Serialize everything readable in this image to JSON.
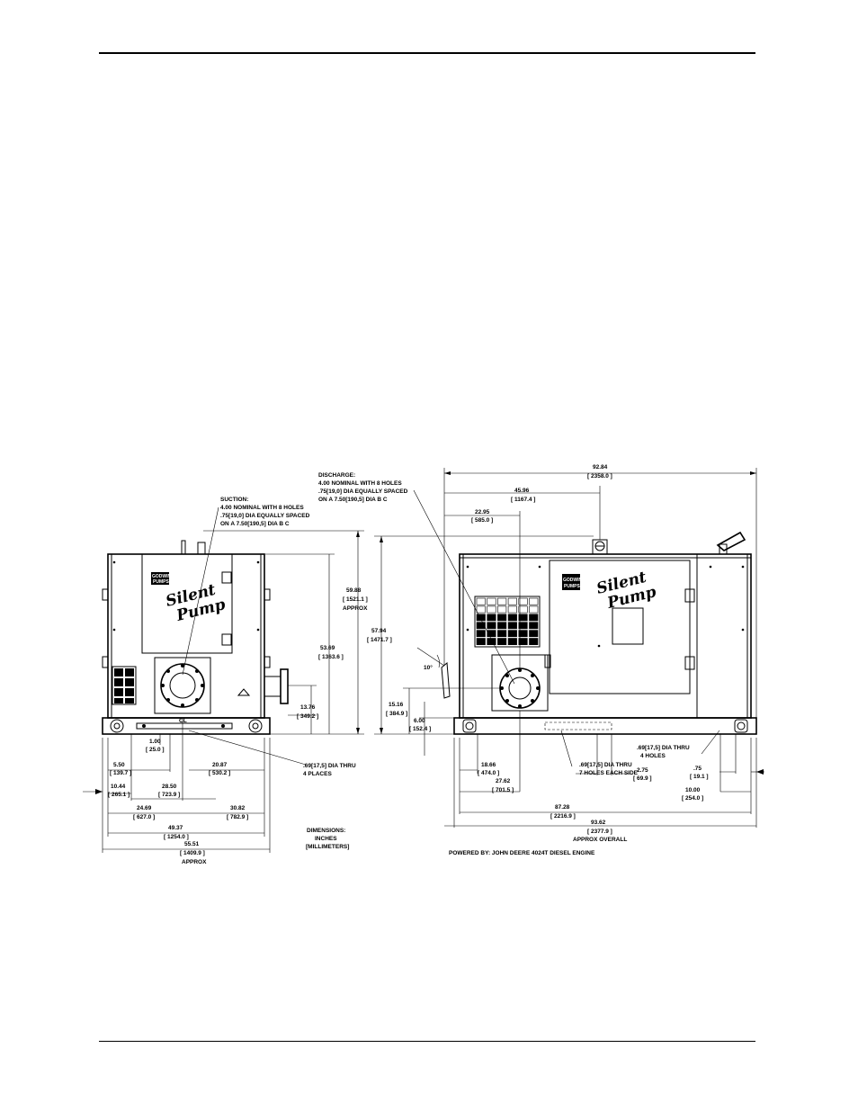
{
  "view_left": {
    "suction": [
      "SUCTION:",
      "4.00 NOMINAL WITH 8 HOLES",
      ".75[19,0] DIA EQUALLY SPACED",
      "ON A 7.50[190,5] DIA B C"
    ],
    "dim_59_88": [
      "59.88",
      "[ 1521.1 ]",
      "APPROX"
    ],
    "dim_53_69": [
      "53.69",
      "[ 1363.6 ]"
    ],
    "dim_13_76": [
      "13.76",
      "[ 349.2 ]"
    ],
    "dim_1_00": [
      "1.00",
      "[ 25.0 ]"
    ],
    "dim_5_50": [
      "5.50",
      "[ 139.7 ]"
    ],
    "dim_20_87": [
      "20.87",
      "[ 530.2 ]"
    ],
    "dim_10_44": [
      "10.44",
      "[ 265.1 ]"
    ],
    "dim_28_50": [
      "28.50",
      "[ 723.9 ]"
    ],
    "dim_24_69": [
      "24.69",
      "[ 627.0 ]"
    ],
    "dim_30_82": [
      "30.82",
      "[ 782.9 ]"
    ],
    "dim_49_37": [
      "49.37",
      "[ 1254.0 ]"
    ],
    "dim_55_51": [
      "55.51",
      "[ 1409.9 ]",
      "APPROX"
    ],
    "hole_note": [
      ".69[17,5] DIA THRU",
      "4 PLACES"
    ],
    "dimensions": [
      "DIMENSIONS:",
      "INCHES",
      "[MILLIMETERS]"
    ],
    "cl": "CL"
  },
  "view_right": {
    "discharge": [
      "DISCHARGE:",
      "4.00 NOMINAL WITH 8 HOLES",
      ".75[19,0] DIA EQUALLY SPACED",
      "ON A 7.50[190,5] DIA B C"
    ],
    "dim_92_84": [
      "92.84",
      "[ 2358.0 ]"
    ],
    "dim_45_96": [
      "45.96",
      "[ 1167.4 ]"
    ],
    "dim_22_95": [
      "22.95",
      "[ 585.0 ]"
    ],
    "dim_57_94": [
      "57.94",
      "[ 1471.7 ]"
    ],
    "angle": "10°",
    "dim_15_16": [
      "15.16",
      "[ 384.9 ]"
    ],
    "dim_6_00": [
      "6.00",
      "[ 152.4 ]"
    ],
    "dim_18_66": [
      "18.66",
      "[ 474.0 ]"
    ],
    "dim_27_62": [
      "27.62",
      "[ 701.5 ]"
    ],
    "dim_2_75": [
      "2.75",
      "[ 69.9 ]"
    ],
    "dim_0_75": [
      ".75",
      "[ 19.1 ]"
    ],
    "dim_10_00": [
      "10.00",
      "[ 254.0 ]"
    ],
    "dim_87_28": [
      "87.28",
      "[ 2216.9 ]"
    ],
    "dim_93_62": [
      "93.62",
      "[ 2377.9 ]",
      "APPROX OVERALL"
    ],
    "hole_note_side": [
      ".69[17,5] DIA THRU",
      "7 HOLES EACH SIDE"
    ],
    "hole_note_four": [
      ".69[17,5] DIA THRU",
      "4 HOLES"
    ],
    "powered_by": "POWERED BY: JOHN DEERE 4024T DIESEL ENGINE"
  },
  "logo": {
    "script_1": "Silent",
    "script_2": "Pump",
    "badge_1": "GODWIN",
    "badge_2": "PUMPS"
  }
}
